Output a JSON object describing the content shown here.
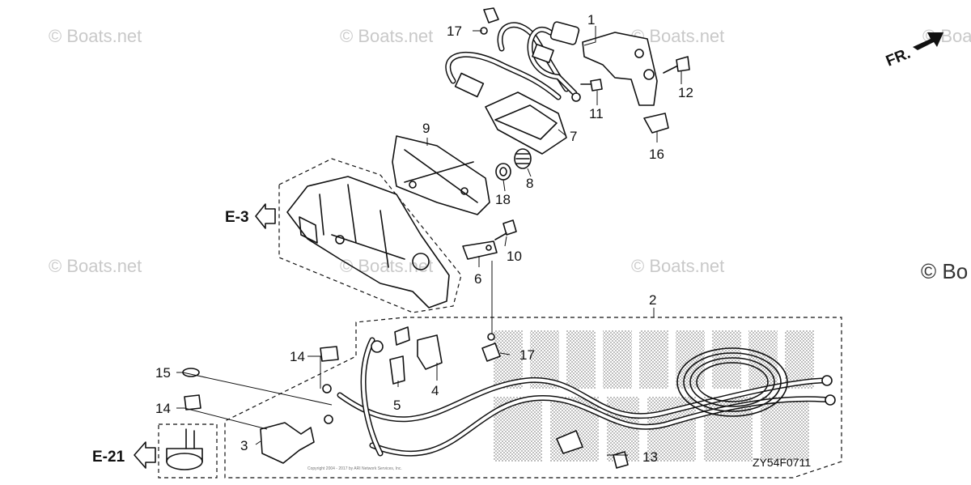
{
  "watermarks": [
    "© Boats.net",
    "© Boats.net",
    "© Boats.net",
    "© Boats.net",
    "© Boats.net",
    "© Boats.net",
    "© Boats.net"
  ],
  "watermark_edge": "© Bo",
  "front_indicator": "FR.",
  "references": [
    "E-3",
    "E-21"
  ],
  "diagram_code": "ZY54F0711",
  "copyright_line": "Copyright 2004 - 2017 by ARI Network Services, Inc.",
  "callouts": {
    "p1": "1",
    "p2": "2",
    "p3": "3",
    "p4": "4",
    "p5": "5",
    "p6": "6",
    "p7": "7",
    "p8": "8",
    "p9": "9",
    "p10": "10",
    "p11": "11",
    "p12": "12",
    "p13": "13",
    "p14a": "14",
    "p14b": "14",
    "p15": "15",
    "p16": "16",
    "p17a": "17",
    "p17b": "17",
    "p18": "18"
  }
}
